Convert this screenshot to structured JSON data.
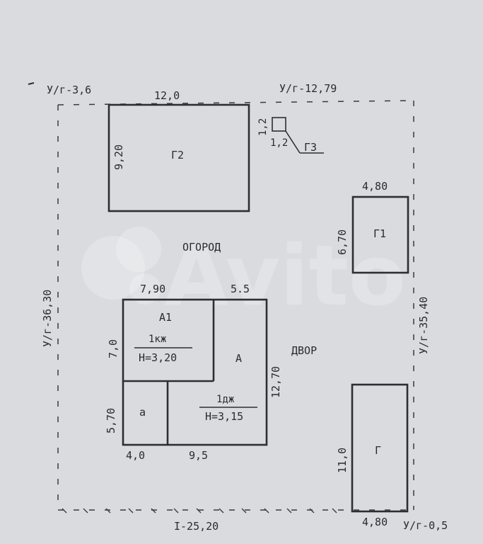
{
  "plot": {
    "corner_top_left": "У/г-3,6",
    "top_boundary": "У/г-12,79",
    "left_boundary": "У/г-36,30",
    "right_boundary": "У/г-35,40",
    "bottom_boundary": "I-25,20",
    "corner_bottom_right": "У/г-0,5"
  },
  "buildings": {
    "g2": {
      "label": "Г2",
      "width": "12,0",
      "height": "9,20"
    },
    "g3": {
      "label": "Г3",
      "width": "1,2",
      "height": "1,2"
    },
    "g1": {
      "label": "Г1",
      "width": "4,80",
      "height": "6,70"
    },
    "g": {
      "label": "Г",
      "width": "4,80",
      "height": "11,0"
    },
    "house": {
      "a1": {
        "label": "А1",
        "note": "1кж",
        "height_text": "Н=3,20",
        "width": "7,90",
        "depth": "7,0"
      },
      "a": {
        "label": "А",
        "note": "1дж",
        "height_text": "Н=3,15",
        "width": "5.5",
        "depth": "12,70"
      },
      "small_a": {
        "label": "а",
        "width": "4,0",
        "depth": "5,70"
      },
      "bottom_right_width": "9,5"
    }
  },
  "zones": {
    "garden": "ОГОРОД",
    "yard": "ДВОР"
  },
  "watermark": "Avito"
}
